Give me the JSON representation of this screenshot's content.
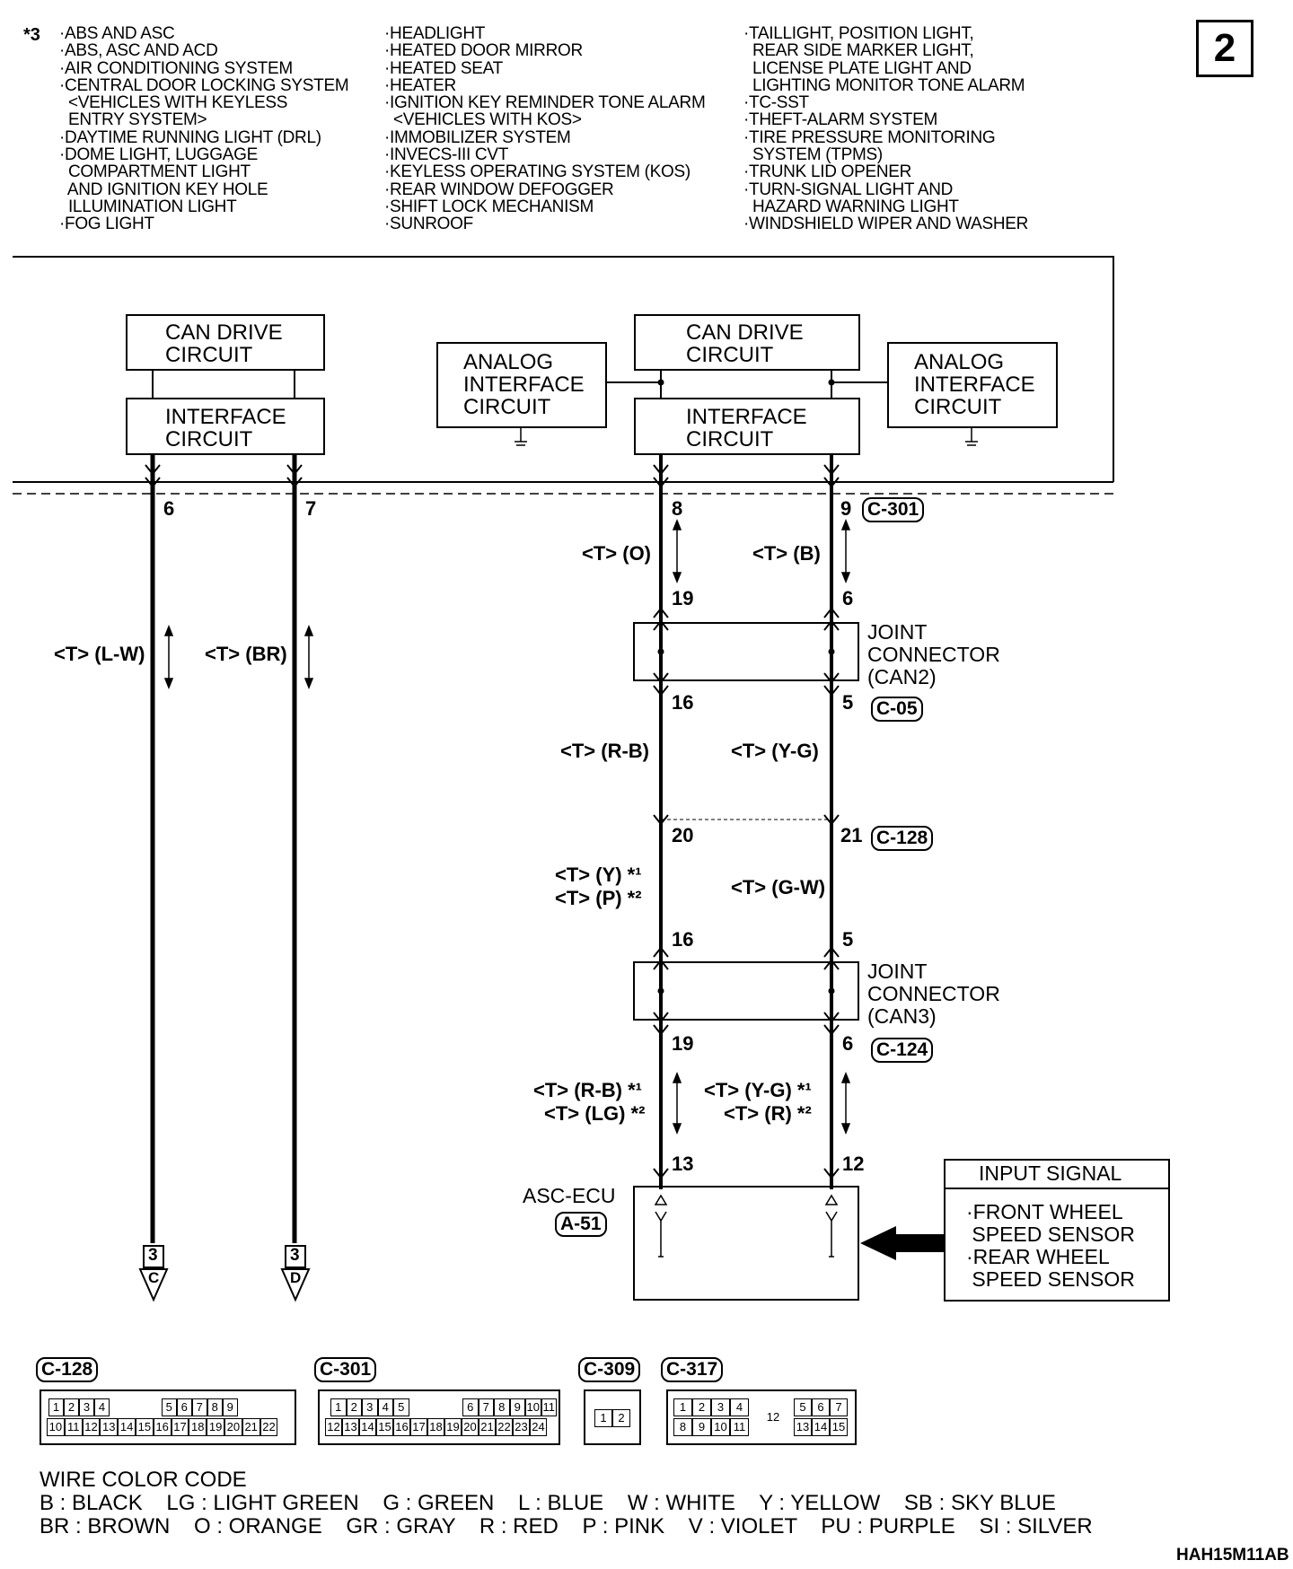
{
  "page_number": "2",
  "notes": {
    "marker": "*3",
    "col1": [
      "·ABS AND ASC",
      "·ABS, ASC AND ACD",
      "·AIR CONDITIONING SYSTEM",
      "·CENTRAL DOOR LOCKING SYSTEM",
      "  <VEHICLES WITH KEYLESS",
      "  ENTRY SYSTEM>",
      "·DAYTIME RUNNING LIGHT (DRL)",
      "·DOME LIGHT, LUGGAGE",
      "  COMPARTMENT LIGHT",
      "  AND IGNITION KEY HOLE",
      "  ILLUMINATION LIGHT",
      "·FOG LIGHT"
    ],
    "col2": [
      "·HEADLIGHT",
      "·HEATED DOOR MIRROR",
      "·HEATED SEAT",
      "·HEATER",
      "·IGNITION KEY REMINDER TONE ALARM",
      "  <VEHICLES WITH KOS>",
      "·IMMOBILIZER SYSTEM",
      "·INVECS-III CVT",
      "·KEYLESS OPERATING SYSTEM (KOS)",
      "·REAR WINDOW DEFOGGER",
      "·SHIFT LOCK MECHANISM",
      "·SUNROOF"
    ],
    "col3": [
      "·TAILLIGHT, POSITION LIGHT,",
      "  REAR SIDE MARKER LIGHT,",
      "  LICENSE PLATE LIGHT AND",
      "  LIGHTING MONITOR TONE ALARM",
      "·TC-SST",
      "·THEFT-ALARM SYSTEM",
      "·TIRE PRESSURE MONITORING",
      "  SYSTEM (TPMS)",
      "·TRUNK LID OPENER",
      "·TURN-SIGNAL LIGHT AND",
      "  HAZARD WARNING LIGHT",
      "·WINDSHIELD WIPER AND WASHER"
    ]
  },
  "blocks": {
    "can_drive_left": "CAN DRIVE\nCIRCUIT",
    "interface_left": "INTERFACE\nCIRCUIT",
    "analog_left": "ANALOG\nINTERFACE\nCIRCUIT",
    "can_drive_right": "CAN DRIVE\nCIRCUIT",
    "interface_right": "INTERFACE\nCIRCUIT",
    "analog_right": "ANALOG\nINTERFACE\nCIRCUIT"
  },
  "pins": {
    "p6": "6",
    "p7": "7",
    "p8": "8",
    "p9": "9",
    "j2_19": "19",
    "j2_6": "6",
    "j2_16": "16",
    "j2_5": "5",
    "c128_20": "20",
    "c128_21": "21",
    "j3_16": "16",
    "j3_5": "5",
    "j3_19": "19",
    "j3_6": "6",
    "ecu_13": "13",
    "ecu_12": "12"
  },
  "wires": {
    "lw": "<T> (L-W)",
    "br": "<T> (BR)",
    "o": "<T> (O)",
    "b": "<T> (B)",
    "rb": "<T> (R-B)",
    "yg": "<T> (Y-G)",
    "y1": "<T> (Y) *¹",
    "p2": "<T> (P) *²",
    "gw": "<T> (G-W)",
    "rb1": "<T> (R-B) *¹",
    "lg2": "<T> (LG) *²",
    "yg1": "<T> (Y-G) *¹",
    "r2": "<T> (R) *²"
  },
  "connectors": {
    "c301": "C-301",
    "c05": "C-05",
    "c128": "C-128",
    "c124": "C-124",
    "a51": "A-51",
    "c309": "C-309",
    "c317": "C-317"
  },
  "joint2": "JOINT\nCONNECTOR\n(CAN2)",
  "joint3": "JOINT\nCONNECTOR\n(CAN3)",
  "ecu_name": "ASC-ECU",
  "input_signal": {
    "title": "INPUT SIGNAL",
    "body": "·FRONT WHEEL\n SPEED SENSOR\n·REAR WHEEL\n SPEED SENSOR"
  },
  "terminals": {
    "c_num": "3",
    "c_letter": "C",
    "d_num": "3",
    "d_letter": "D"
  },
  "connector_views": {
    "c128_top": [
      "1",
      "2",
      "3",
      "4",
      "",
      "5",
      "6",
      "7",
      "8",
      "9"
    ],
    "c128_bottom": [
      "10",
      "11",
      "12",
      "13",
      "14",
      "15",
      "16",
      "17",
      "18",
      "19",
      "20",
      "21",
      "22"
    ],
    "c301_top": [
      "1",
      "2",
      "3",
      "4",
      "5",
      "",
      "6",
      "7",
      "8",
      "9",
      "10",
      "11"
    ],
    "c301_bottom": [
      "12",
      "13",
      "14",
      "15",
      "16",
      "17",
      "18",
      "19",
      "20",
      "21",
      "22",
      "23",
      "24"
    ],
    "c309": [
      "1",
      "2"
    ],
    "c317_top_left": [
      "1",
      "2",
      "3",
      "4"
    ],
    "c317_mid": "12",
    "c317_top_right": [
      "5",
      "6",
      "7"
    ],
    "c317_bottom_left": [
      "8",
      "9",
      "10",
      "11"
    ],
    "c317_bottom_right": [
      "13",
      "14",
      "15"
    ]
  },
  "legend": {
    "title": "WIRE COLOR CODE",
    "line1": "B : BLACK    LG : LIGHT GREEN    G : GREEN    L : BLUE    W : WHITE    Y : YELLOW    SB : SKY BLUE",
    "line2": "BR : BROWN    O : ORANGE    GR : GRAY    R : RED    P : PINK    V : VIOLET    PU : PURPLE    SI : SILVER"
  },
  "figure_code": "HAH15M11AB"
}
